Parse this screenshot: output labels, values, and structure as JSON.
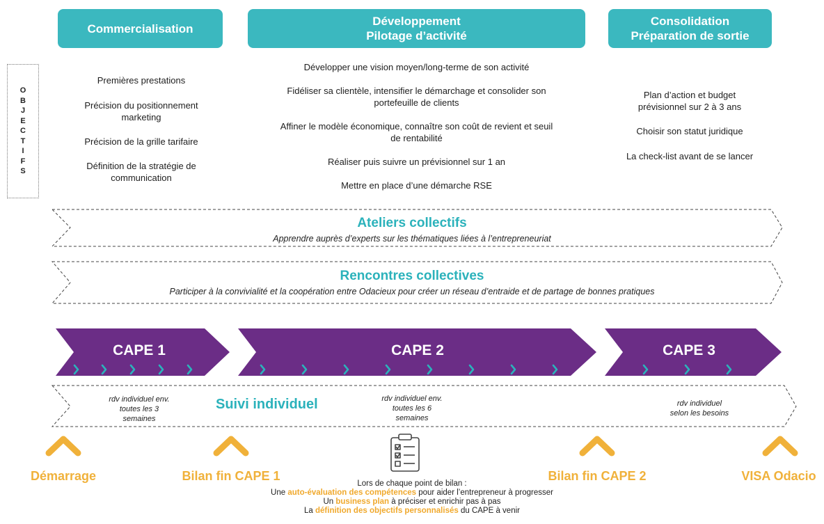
{
  "phases": [
    {
      "line1": "Commercialisation",
      "line2": ""
    },
    {
      "line1": "Développement",
      "line2": "Pilotage d’activité"
    },
    {
      "line1": "Consolidation",
      "line2": "Préparation de sortie"
    }
  ],
  "objectifs_label": [
    "O",
    "B",
    "J",
    "E",
    "C",
    "T",
    "I",
    "F",
    "S"
  ],
  "objectives": {
    "commercialisation": [
      [
        "Premières prestations"
      ],
      [
        "Précision du positionnement",
        "marketing"
      ],
      [
        "Précision de la grille tarifaire"
      ],
      [
        "Définition de la stratégie de",
        "communication"
      ]
    ],
    "developpement": [
      [
        "Développer une vision moyen/long-terme de son activité"
      ],
      [
        "Fidéliser sa clientèle, intensifier le démarchage et consolider son",
        "portefeuille de clients"
      ],
      [
        "Affiner le modèle économique, connaître son coût de revient et seuil",
        "de rentabilité"
      ],
      [
        "Réaliser puis suivre un prévisionnel sur 1 an"
      ],
      [
        "Mettre en place d’une démarche RSE"
      ]
    ],
    "consolidation": [
      [
        "Plan d’action et budget",
        "prévisionnel sur 2 à 3 ans"
      ],
      [
        "Choisir son statut juridique"
      ],
      [
        "La check-list avant de se lancer"
      ]
    ]
  },
  "ateliers": {
    "title": "Ateliers collectifs",
    "subtitle": "Apprendre auprès d’experts sur les thématiques liées à l’entrepreneuriat"
  },
  "rencontres": {
    "title": "Rencontres collectives",
    "subtitle": "Participer à la convivialité et la coopération entre Odacieux pour créer un réseau d’entraide et de partage de bonnes pratiques"
  },
  "capes": [
    "CAPE 1",
    "CAPE 2",
    "CAPE 3"
  ],
  "suivi": {
    "title": "Suivi individuel",
    "rdv": [
      [
        "rdv individuel env.",
        "toutes les 3",
        "semaines"
      ],
      [
        "rdv individuel env.",
        "toutes les 6",
        "semaines"
      ],
      [
        "rdv individuel",
        "selon les besoins"
      ]
    ]
  },
  "milestones": [
    "Démarrage",
    "Bilan fin CAPE 1",
    "Bilan fin CAPE 2",
    "VISA Odacio"
  ],
  "bilan": {
    "intro": "Lors de chaque point de bilan :",
    "line1": {
      "pre": "Une ",
      "hl": "auto-évaluation des compétences",
      "post": " pour aider l’entrepreneur à progresser"
    },
    "line2": {
      "pre": "Un ",
      "hl": "business plan",
      "post": " à préciser et enrichir pas à pas"
    },
    "line3": {
      "pre": "La ",
      "hl": "définition des objectifs personnalisés",
      "post": " du CAPE à venir"
    }
  },
  "colors": {
    "teal": "#3bb8bf",
    "purple": "#6b2d86",
    "orange": "#f0b13a"
  },
  "icons": {
    "bilan": "checklist-icon",
    "milestone": "chevron-up-icon"
  }
}
